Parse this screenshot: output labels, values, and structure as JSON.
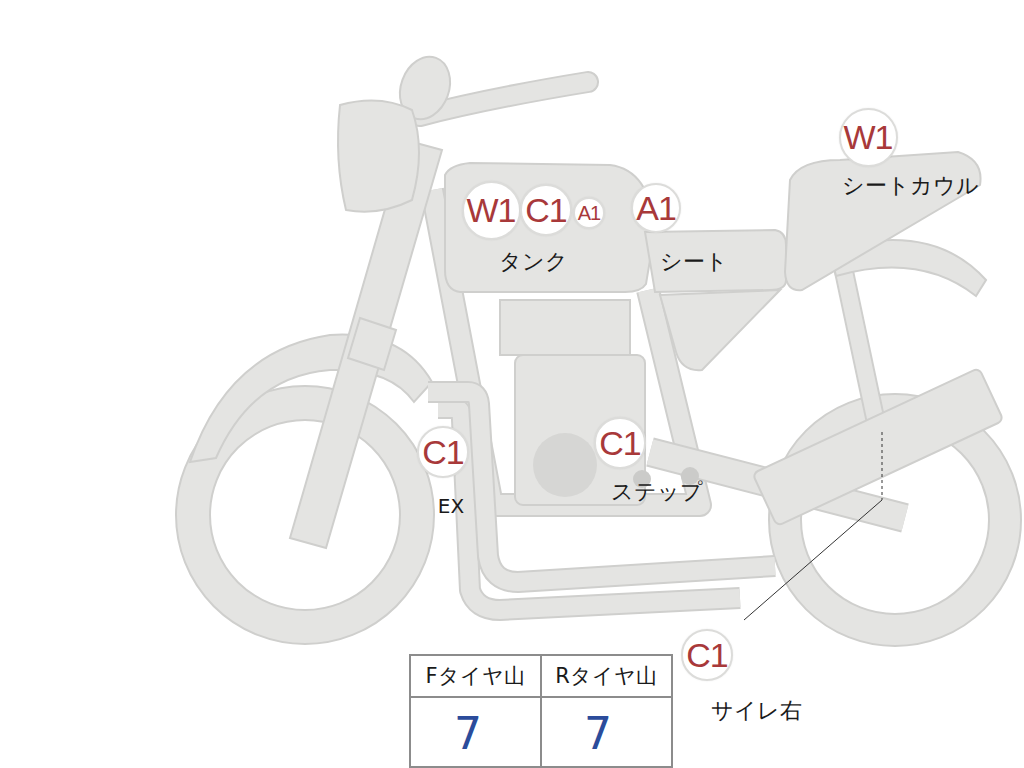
{
  "diagram": {
    "nodes": [
      {
        "text": [
          "W1"
        ]
      },
      {
        "text": [
          "C1"
        ]
      },
      {
        "text": [
          "A1"
        ]
      },
      {
        "text": [
          "A1"
        ]
      },
      {
        "text": [
          "W1"
        ]
      },
      {
        "text": [
          "C1"
        ]
      },
      {
        "text": [
          "C1"
        ]
      },
      {
        "text": [
          "C1"
        ]
      }
    ],
    "labels": [
      "シートカウル",
      "タンク",
      "シート",
      "EX",
      "ステップ",
      "サイレ右",
      "Fタイヤ山",
      "Rタイヤ山",
      "7",
      "7"
    ]
  }
}
